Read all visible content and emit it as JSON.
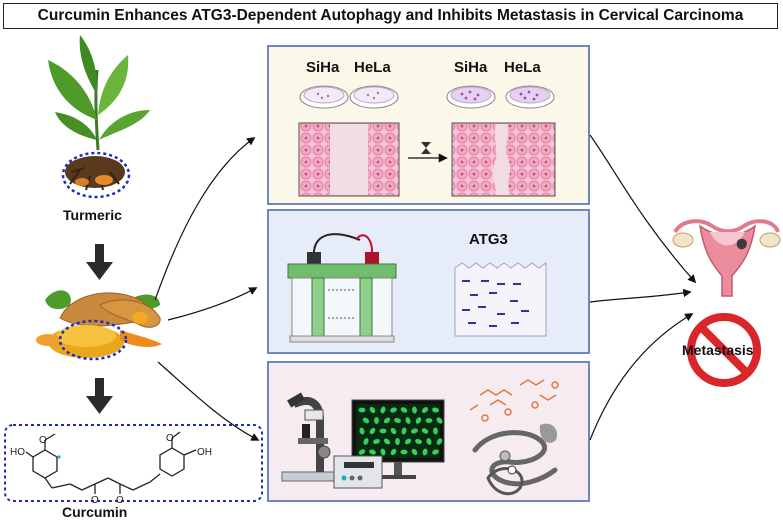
{
  "title": "Curcumin Enhances ATG3-Dependent Autophagy and Inhibits Metastasis in Cervical Carcinoma",
  "labels": {
    "turmeric": "Turmeric",
    "curcumin": "Curcumin",
    "siha_before": "SiHa",
    "hela_before": "HeLa",
    "siha_after": "SiHa",
    "hela_after": "HeLa",
    "atg3": "ATG3",
    "metastasis": "Metastasis"
  },
  "structure_atoms": {
    "ho_left": "HO",
    "o_left": "O",
    "o_carbonyl_1": "O",
    "o_carbonyl_2": "O",
    "o_right": "O",
    "oh_right": "OH"
  },
  "colors": {
    "panel_border": "#6f86c2",
    "panel1_bg": "#fbf8ea",
    "panel2_bg": "#e7ecf9",
    "panel3_bg": "#f7ebf2",
    "dotted_blue": "#1a2dbf",
    "cell_pink": "#f3a7c3",
    "gel_green": "#6fbd6d",
    "no_sign_red": "#d8262a",
    "turmeric_orange": "#e58a1f",
    "fluor_green": "#38d05a",
    "protein_ligand_orange": "#e2783b"
  }
}
